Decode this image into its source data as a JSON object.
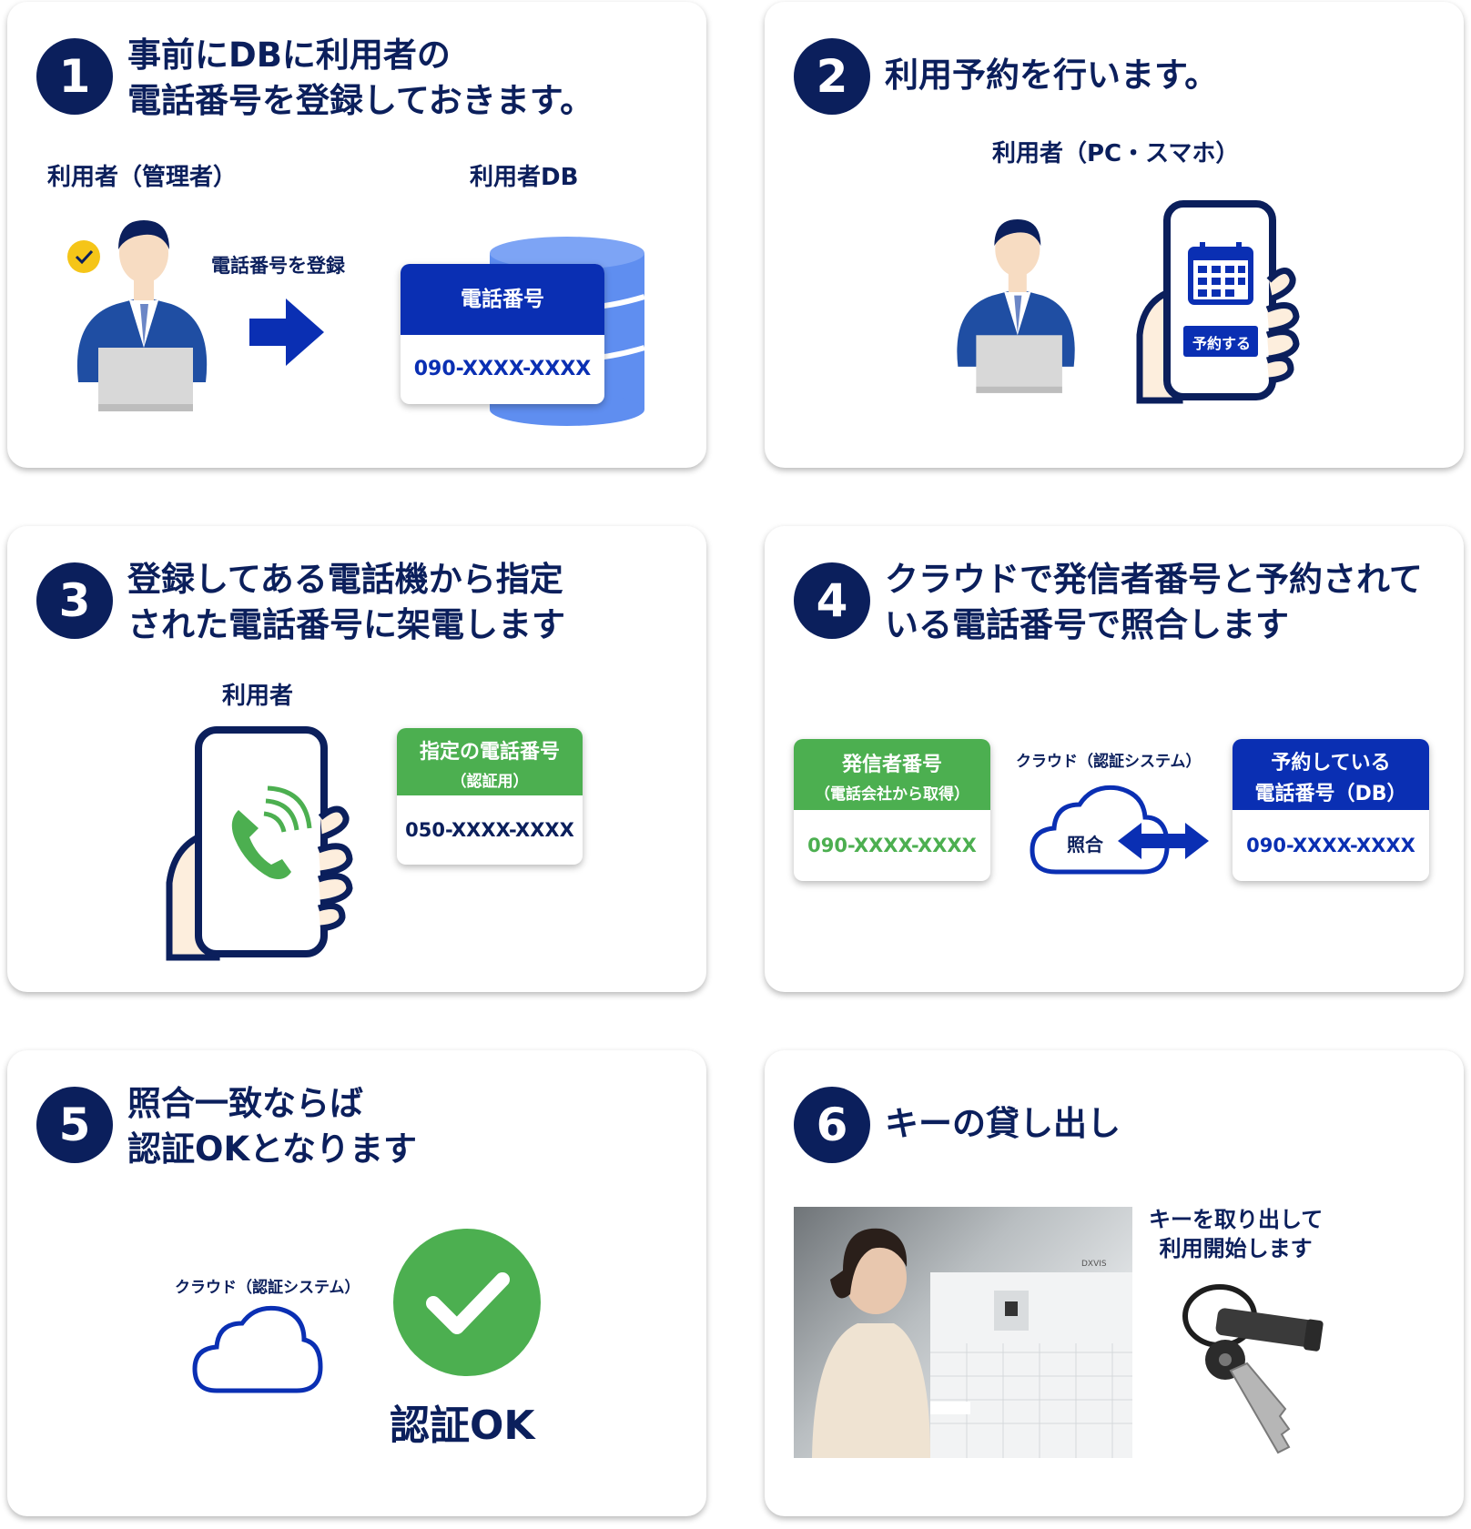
{
  "steps": [
    {
      "num": "1",
      "title": [
        "事前にDBに利用者の",
        "電話番号を登録しておきます。"
      ],
      "user_label": "利用者（管理者）",
      "db_label": "利用者DB",
      "arrow_label": "電話番号を登録",
      "card": {
        "header": "電話番号",
        "value": "090-XXXX-XXXX"
      }
    },
    {
      "num": "2",
      "title": [
        "利用予約を行います。"
      ],
      "user_label": "利用者（PC・スマホ）",
      "phone_button": "予約する"
    },
    {
      "num": "3",
      "title": [
        "登録してある電話機から指定",
        "された電話番号に架電します"
      ],
      "user_label": "利用者",
      "card": {
        "header": "指定の電話番号",
        "sub": "（認証用）",
        "value": "050-XXXX-XXXX"
      }
    },
    {
      "num": "4",
      "title": [
        "クラウドで発信者番号と予約されて",
        "いる電話番号で照合します"
      ],
      "cloud_label": "クラウド（認証システム）",
      "cloud_text": "照合",
      "left_card": {
        "header": "発信者番号",
        "sub": "（電話会社から取得）",
        "value": "090-XXXX-XXXX"
      },
      "right_card": {
        "header": "予約している",
        "header2": "電話番号（DB）",
        "value": "090-XXXX-XXXX"
      }
    },
    {
      "num": "5",
      "title": [
        "照合一致ならば",
        "認証OKとなります"
      ],
      "cloud_label": "クラウド（認証システム）",
      "ok_label": "認証OK"
    },
    {
      "num": "6",
      "title": [
        "キーの貸し出し"
      ],
      "caption": [
        "キーを取り出して",
        "利用開始します"
      ],
      "locker_brand": "DXVIS"
    }
  ],
  "colors": {
    "navy": "#0b1f5c",
    "blue": "#0a2fb3",
    "lightblue": "#5f8ef0",
    "green": "#4caf50",
    "cardgreen": "#4caf50"
  }
}
